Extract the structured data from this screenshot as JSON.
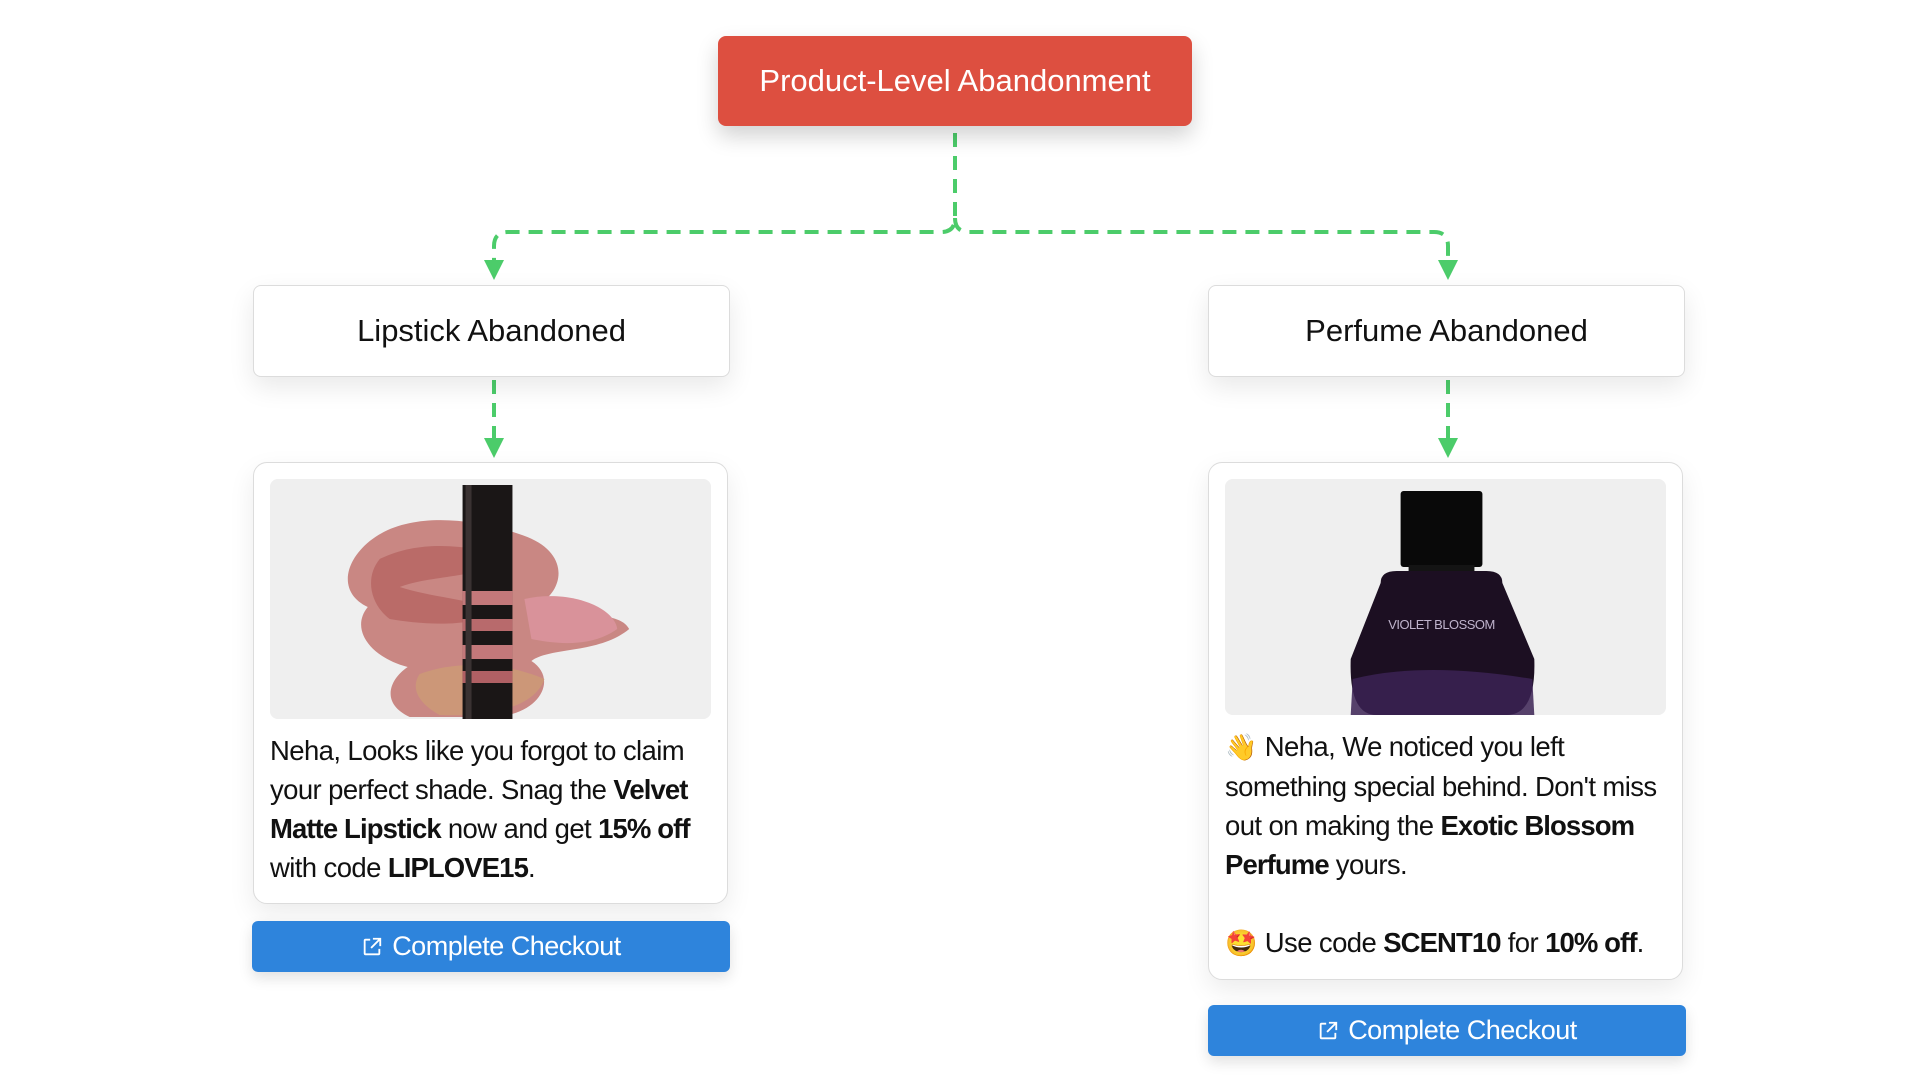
{
  "root": {
    "label": "Product-Level Abandonment"
  },
  "colors": {
    "root": "#dd4f40",
    "connector": "#4ccc6a",
    "button": "#2e84dc"
  },
  "branches": [
    {
      "node_label": "Lipstick Abandoned",
      "image_icon": "lipstick-product-photo",
      "message": {
        "segments": [
          {
            "t": "Neha, Looks like you forgot to claim your perfect shade. Snag the "
          },
          {
            "t": "Velvet Matte Lipstick",
            "b": true
          },
          {
            "t": " now and get "
          },
          {
            "t": "15% off",
            "b": true
          },
          {
            "t": " with code "
          },
          {
            "t": "LIPLOVE15",
            "b": true
          },
          {
            "t": "."
          }
        ]
      },
      "button_label": "Complete Checkout",
      "button_icon": "external-link-icon"
    },
    {
      "node_label": "Perfume Abandoned",
      "image_icon": "perfume-bottle-photo",
      "bottle_label": "VIOLET BLOSSOM",
      "message": {
        "segments": [
          {
            "t": "👋",
            "emoji": true
          },
          {
            "t": "Neha, We noticed you left something special behind. Don't miss out on making the "
          },
          {
            "t": "Exotic Blossom Perfume",
            "b": true
          },
          {
            "t": " yours."
          },
          {
            "br": true
          },
          {
            "t": "🤩",
            "emoji": true
          },
          {
            "t": "Use code "
          },
          {
            "t": "SCENT10",
            "b": true
          },
          {
            "t": " for "
          },
          {
            "t": "10% off",
            "b": true
          },
          {
            "t": "."
          }
        ]
      },
      "button_label": "Complete Checkout",
      "button_icon": "external-link-icon"
    }
  ]
}
